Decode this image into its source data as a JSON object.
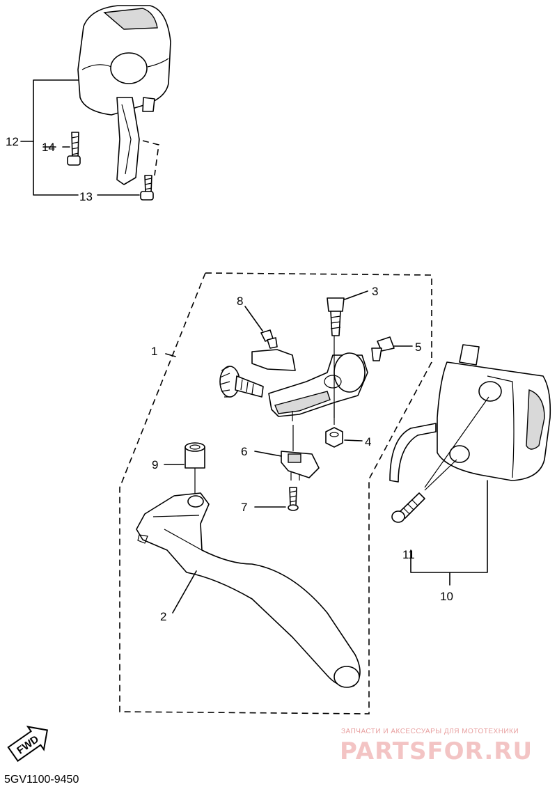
{
  "diagram": {
    "code": "5GV1100-9450",
    "direction_badge": "FWD",
    "labels": {
      "p1": "1",
      "p2": "2",
      "p3": "3",
      "p4": "4",
      "p5": "5",
      "p6": "6",
      "p7": "7",
      "p8": "8",
      "p9": "9",
      "p10": "10",
      "p11": "11",
      "p12": "12",
      "p13": "13",
      "p14": "14"
    }
  },
  "watermark": {
    "caption": "ЗАПЧАСТИ И АКСЕССУАРЫ ДЛЯ МОТОТЕХНИКИ",
    "brand": "PARTSFOR.RU"
  }
}
